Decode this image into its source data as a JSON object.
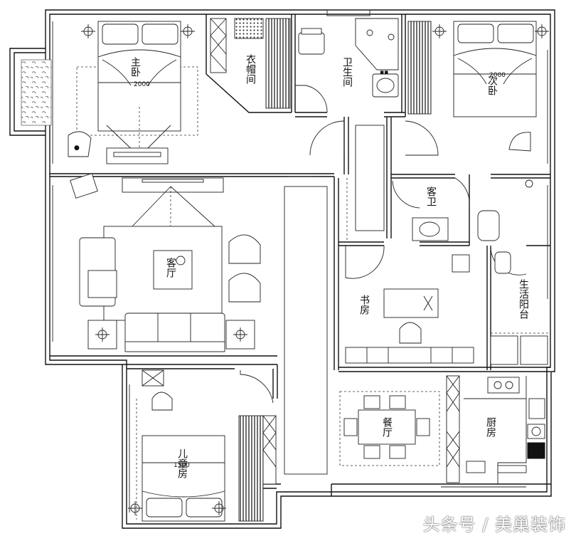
{
  "rooms": {
    "master_bedroom": "主卧",
    "walk_in_closet": "衣帽间",
    "bathroom": "卫生间",
    "second_bedroom": "次卧",
    "living_room": "客厅",
    "guest_bath": "客卫",
    "study": "书房",
    "laundry_balcony": "生活阳台",
    "kids_room": "儿童房",
    "dining_room": "餐厅",
    "kitchen": "厨房"
  },
  "watermark": "头条号 / 美巢装饰",
  "colors": {
    "line": "#111111",
    "background": "#ffffff"
  },
  "icons": [
    "ceiling-lamp-icon",
    "plant-icon",
    "toilet-icon",
    "sink-icon",
    "stove-icon",
    "bed-icon",
    "sofa-icon"
  ]
}
